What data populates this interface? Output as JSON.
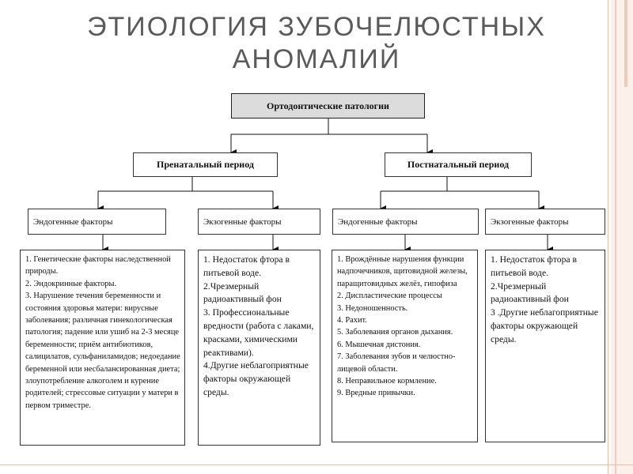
{
  "title": {
    "line1": "ЭТИОЛОГИЯ ЗУБОЧЕЛЮСТНЫХ",
    "line2": "АНОМАЛИЙ"
  },
  "diagram": {
    "root": "Ортодонтические патологии",
    "prenatal": {
      "label": "Пренатальный период",
      "endogenous": {
        "label": "Эндогенные факторы",
        "items": [
          "1. Генетические факторы наследственной природы.",
          "2. Эндокринные факторы.",
          "3. Нарушение течения беременности и состояния здоровья матери: вирусные заболевания; различная гинекологическая патология; падение или ушиб на 2-3 месяце беременности; приём антибиотиков, салицилатов, сульфаниламидов; недоедание беременной или несбалансированная диета; злоупотребление алкоголем и курение родителей; стрессовые ситуации у матери в первом триместре."
        ]
      },
      "exogenous": {
        "label": "Экзогенные факторы",
        "items": [
          "1. Недостаток фтора в питьевой воде.",
          "2.Чрезмерный радиоактивный фон",
          "3. Профессиональные вредности (работа с лаками, красками, химическими реактивами).",
          "4.Другие неблагоприятные факторы окружающей среды."
        ]
      }
    },
    "postnatal": {
      "label": "Постнатальный период",
      "endogenous": {
        "label": "Эндогенные факторы",
        "items": [
          "1. Врождённые нарушения функции надпочечников, щитовидной железы, паращитовидных желёз, гипофиза",
          "2. Диспластические процессы",
          "3. Недоношенность.",
          "4. Рахит.",
          "5. Заболевания органов дыхания.",
          "6. Мышечная дистония.",
          "7. Заболевания зубов и челюстно-лицевой области.",
          "8. Неправильное кормление.",
          "9. Вредные привычки."
        ]
      },
      "exogenous": {
        "label": "Экзогенные факторы",
        "items": [
          "1. Недостаток фтора в питьевой воде.",
          "2.Чрезмерный радиоактивный фон",
          "3 .Другие неблагоприятные факторы окружающей среды."
        ]
      }
    }
  }
}
